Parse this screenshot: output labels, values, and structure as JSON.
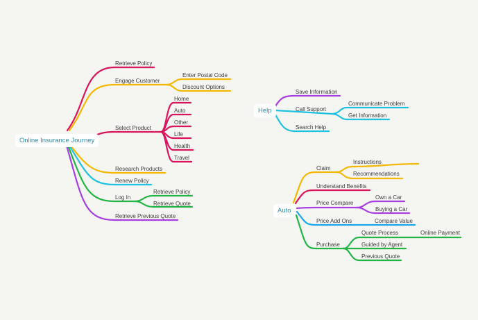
{
  "colors": {
    "background": "#f5f5f2",
    "magenta": "#d8145c",
    "yellow": "#f5b800",
    "cyan": "#1ec2e0",
    "green": "#22b545",
    "purple": "#a63ee0",
    "blue": "#1aa6e8",
    "root_text": "#2a8cab"
  },
  "maps": [
    {
      "root": "Online Insurance Journey",
      "branches": [
        {
          "label": "Retrieve Policy",
          "color": "magenta",
          "children": []
        },
        {
          "label": "Engage Customer",
          "color": "yellow",
          "children": [
            "Enter Postal Code",
            "Discount Options"
          ]
        },
        {
          "label": "Select Product",
          "color": "magenta",
          "children": [
            "Home",
            "Auto",
            "Other",
            "Life",
            "Health",
            "Travel"
          ]
        },
        {
          "label": "Research Products",
          "color": "yellow",
          "children": []
        },
        {
          "label": "Renew Policy",
          "color": "cyan",
          "children": []
        },
        {
          "label": "Log In",
          "color": "green",
          "children": [
            "Retrieve Policy",
            "Retrieve Quote"
          ]
        },
        {
          "label": "Retrieve Previous Quote",
          "color": "purple",
          "children": []
        }
      ]
    },
    {
      "root": "Help",
      "branches": [
        {
          "label": "Save Information",
          "color": "purple",
          "children": []
        },
        {
          "label": "Call Support",
          "color": "cyan",
          "children": [
            "Communicate Problem",
            "Get Information"
          ]
        },
        {
          "label": "Search Help",
          "color": "cyan",
          "children": []
        }
      ]
    },
    {
      "root": "Auto",
      "branches": [
        {
          "label": "Claim",
          "color": "yellow",
          "children": [
            "Instructions",
            "Recommendations"
          ]
        },
        {
          "label": "Understand Benefits",
          "color": "magenta",
          "children": []
        },
        {
          "label": "Price Compare",
          "color": "purple",
          "children": [
            "Own a Car",
            "Buying a Car"
          ]
        },
        {
          "label": "Price Add Ons",
          "color": "blue",
          "children": [
            "Compare Value"
          ]
        },
        {
          "label": "Purchase",
          "color": "green",
          "children": [
            "Quote Process",
            "Guided by Agent",
            "Previous Quote"
          ],
          "grandchildren": {
            "Quote Process": [
              "Online Payment"
            ]
          }
        }
      ]
    }
  ]
}
